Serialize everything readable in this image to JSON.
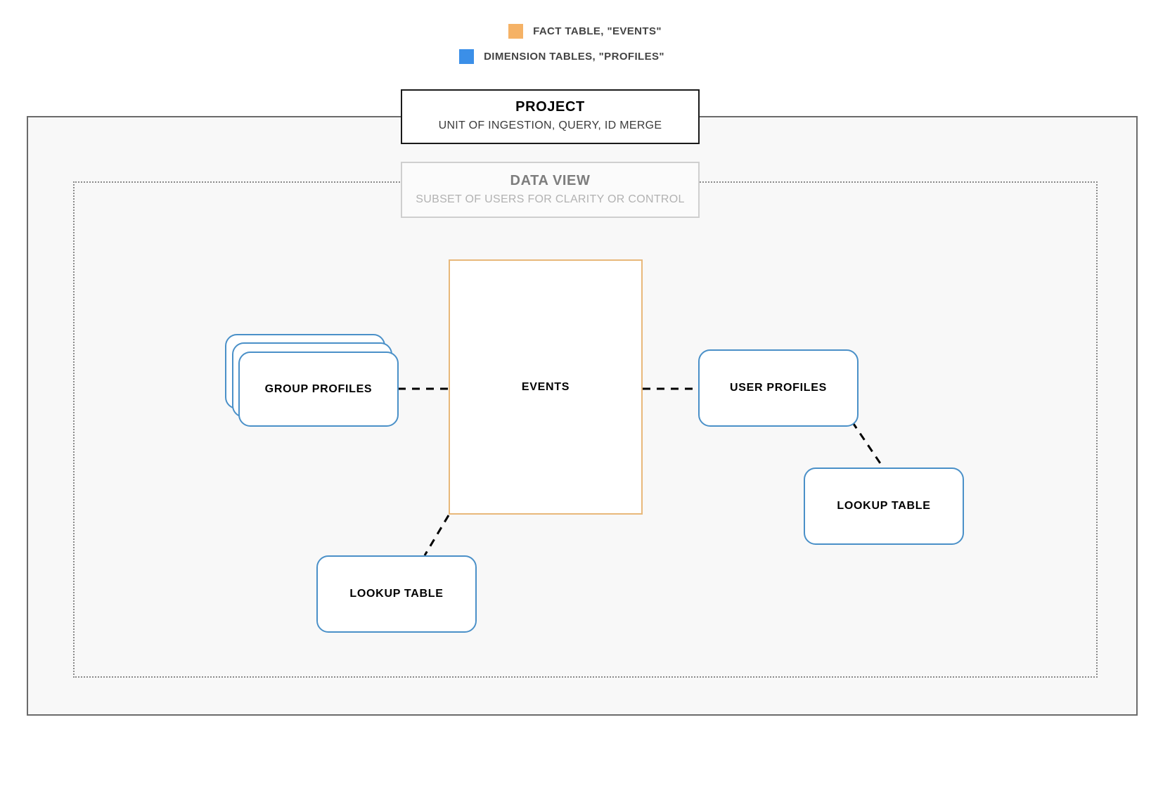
{
  "legend": {
    "items": [
      {
        "swatch_color": "#f5b266",
        "label": "FACT TABLE, \"EVENTS\"",
        "icon": "square-swatch-icon"
      },
      {
        "swatch_color": "#3b8fe8",
        "label": "DIMENSION TABLES, \"PROFILES\"",
        "icon": "square-swatch-icon"
      }
    ]
  },
  "project": {
    "title": "PROJECT",
    "subtitle": "UNIT OF INGESTION, QUERY, ID MERGE",
    "border_color": "#1a1a1a"
  },
  "data_view": {
    "title": "DATA VIEW",
    "subtitle": "SUBSET OF USERS FOR CLARITY OR CONTROL",
    "border_color": "#cfcfcf"
  },
  "nodes": {
    "events": {
      "label": "EVENTS",
      "border_color": "#e8b87a",
      "kind": "fact-table"
    },
    "group_profiles": {
      "label": "GROUP PROFILES",
      "border_color": "#4a90c8",
      "kind": "dimension-table-stack"
    },
    "user_profiles": {
      "label": "USER PROFILES",
      "border_color": "#4a90c8",
      "kind": "dimension-table"
    },
    "lookup_table_left": {
      "label": "LOOKUP TABLE",
      "border_color": "#4a90c8",
      "kind": "dimension-table"
    },
    "lookup_table_right": {
      "label": "LOOKUP TABLE",
      "border_color": "#4a90c8",
      "kind": "dimension-table"
    }
  },
  "connectors": [
    {
      "name": "group-profiles-to-events",
      "style": "dashed",
      "color": "#000000"
    },
    {
      "name": "events-to-user-profiles",
      "style": "dashed",
      "color": "#000000"
    },
    {
      "name": "user-profiles-to-lookup-table-right",
      "style": "dashed",
      "color": "#000000"
    },
    {
      "name": "events-to-lookup-table-left",
      "style": "dashed",
      "color": "#000000"
    }
  ],
  "canvas": {
    "background": "#ffffff",
    "container_fill": "#f8f8f8"
  }
}
